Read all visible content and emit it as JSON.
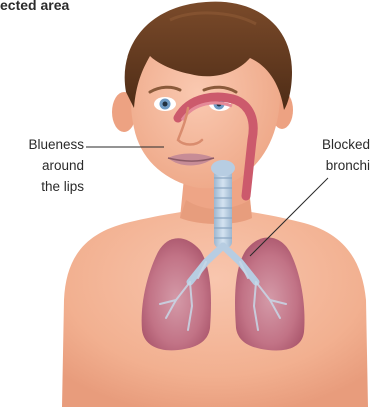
{
  "heading": "ected area",
  "labels": {
    "lips": [
      "Blueness",
      "around",
      "the lips"
    ],
    "bronchi": [
      "Blocked",
      "bronchi"
    ]
  },
  "colors": {
    "skin": "#f4b497",
    "skin_shade": "#e99d80",
    "hair": "#6a3d22",
    "lungs": "#b0566d",
    "airway": "#b7cde2",
    "nasal_passage": "#cc5a6c",
    "text": "#2a2a2a"
  }
}
